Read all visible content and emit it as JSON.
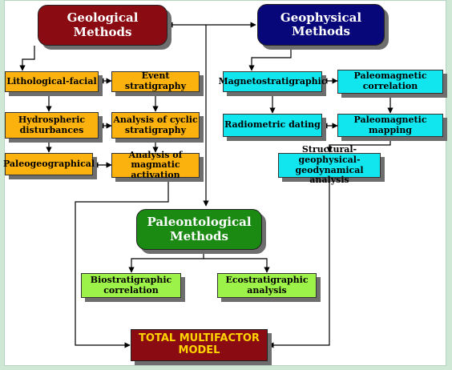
{
  "nodes": {
    "geological_methods": "Geological Methods",
    "geophysical_methods": "Geophysical Methods",
    "paleontological_methods": "Paleontological Methods",
    "lithological_facial": "Lithological-facial",
    "event_stratigraphy": "Event stratigraphy",
    "hydrospheric_disturbances": "Hydrospheric disturbances",
    "cyclic_stratigraphy": "Analysis of cyclic stratigraphy",
    "paleogeographical": "Paleogeographical",
    "magmatic_activation": "Analysis of magmatic activation",
    "magnetostratigraphic": "Magnetostratigraphic",
    "paleomagnetic_correlation": "Paleomagnetic correlation",
    "radiometric_dating": "Radiometric dating",
    "paleomagnetic_mapping": "Paleomagnetic mapping",
    "structural_analysis": "Structural-geophysical-geodynamical analysis",
    "biostratigraphic_correlation": "Biostratigraphic correlation",
    "ecostratigraphic_analysis": "Ecostratigraphic analysis",
    "total_model": "TOTAL MULTIFACTOR MODEL"
  },
  "colors": {
    "geological": "#8a0c12",
    "geophysical": "#07077a",
    "paleontological": "#1a8a12",
    "geological_sub": "#fbb20f",
    "geophysical_sub": "#11e6ef",
    "paleontological_sub": "#9df24a",
    "total_text": "#ffd400"
  }
}
